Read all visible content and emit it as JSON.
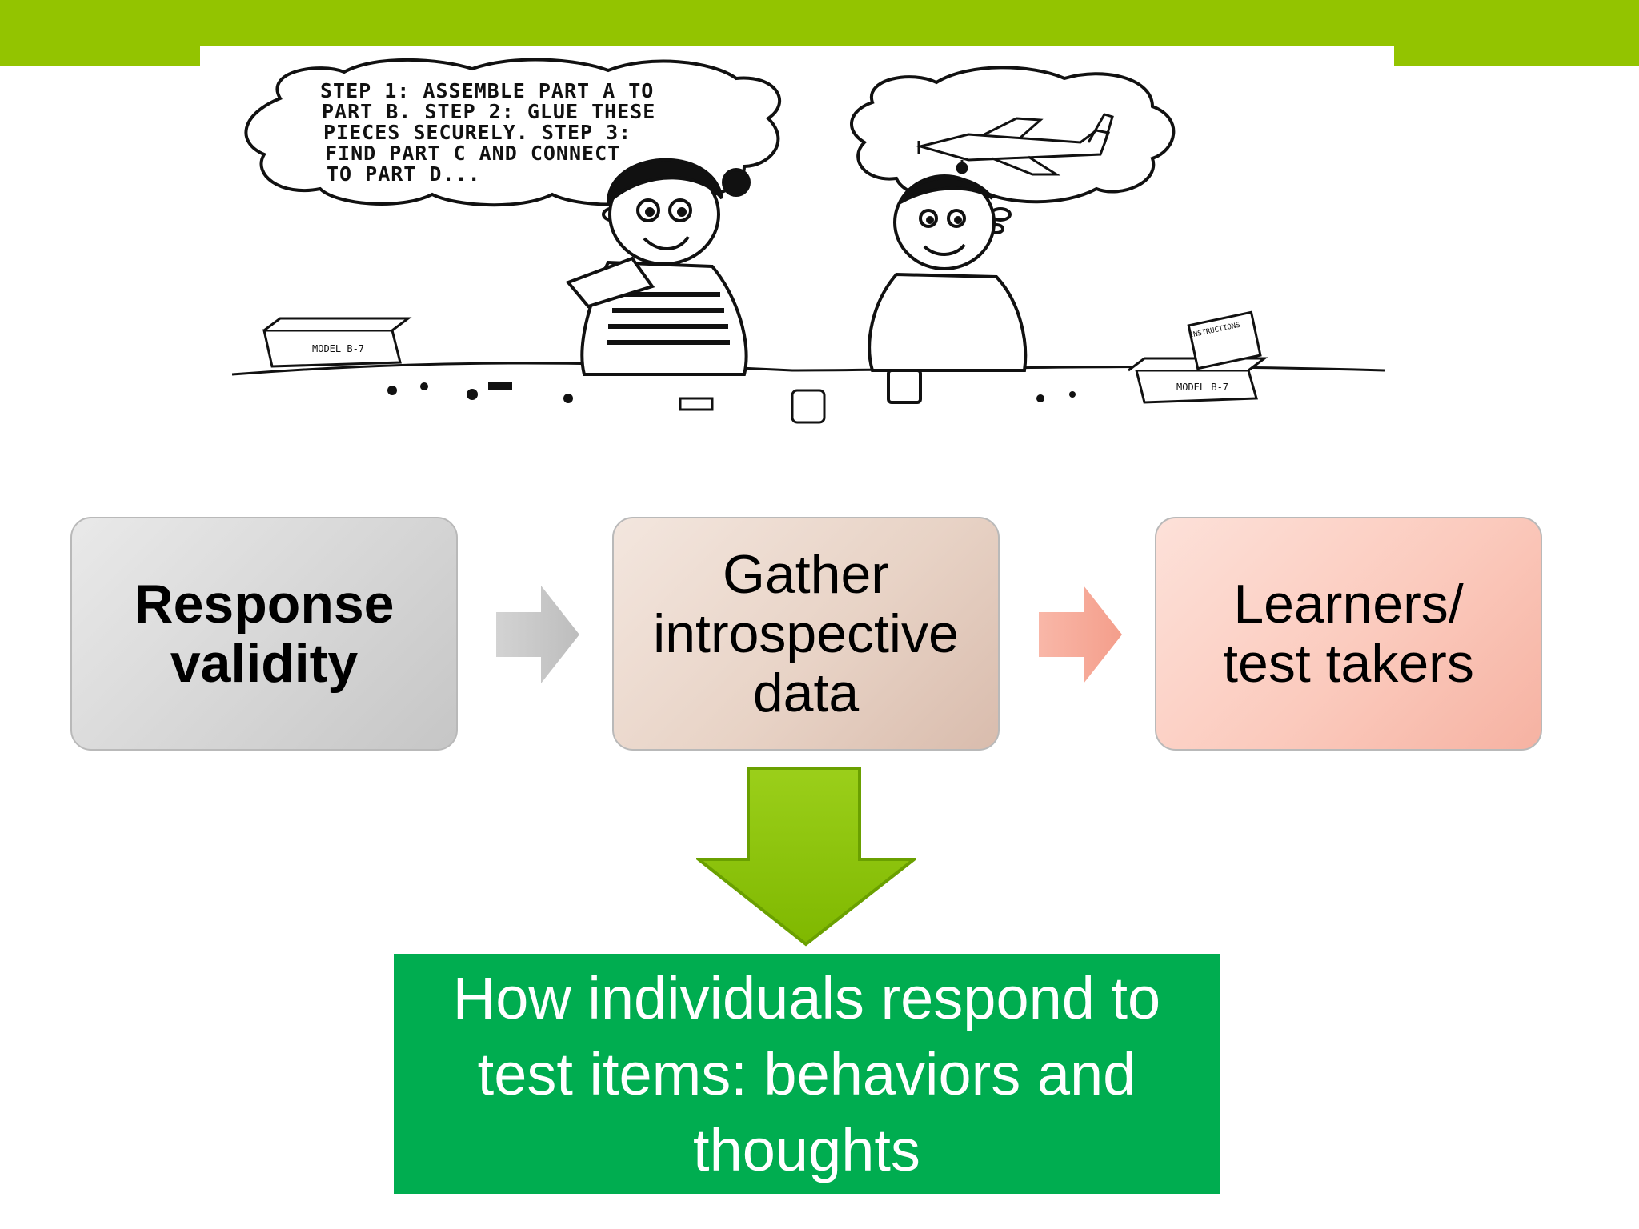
{
  "slide": {
    "accent_green": "#93c400",
    "result_green": "#00ad50"
  },
  "cartoon": {
    "thought_left": [
      "STEP 1: ASSEMBLE PART A TO",
      "PART B.  STEP 2: GLUE THESE",
      "PIECES SECURELY. STEP 3:",
      "FIND PART C AND CONNECT",
      "TO PART D..."
    ],
    "box_label_left": "MODEL B-7",
    "box_label_right": "MODEL B-7",
    "instructions_label": "INSTRUCTIONS"
  },
  "flow": {
    "box1": "Response\nvalidity",
    "box2": "Gather\nintrospective\ndata",
    "box3": "Learners/\ntest takers",
    "result": "How individuals respond to\ntest items: behaviors and\nthoughts"
  }
}
